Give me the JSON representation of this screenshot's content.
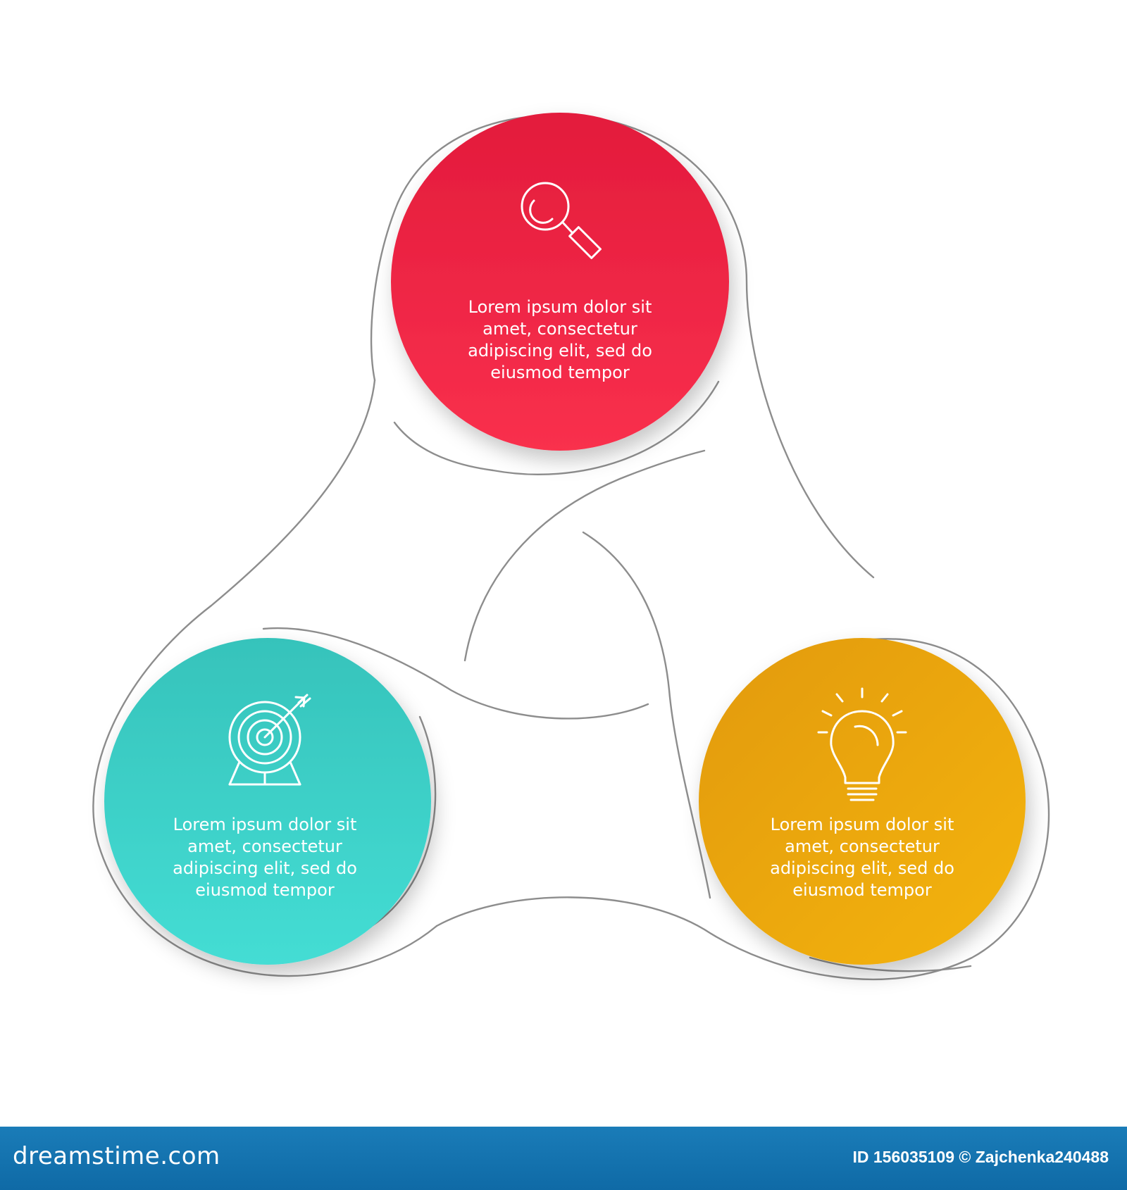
{
  "colors": {
    "red": "#e8213f",
    "teal": "#3fd5cc",
    "yellow": "#eea70a",
    "outline": "#8a8a8a",
    "footer": "#1574b0"
  },
  "nodes": [
    {
      "id": "top",
      "color": "red",
      "icon": "magnifier-icon",
      "lines": [
        "Lorem ipsum dolor sit",
        "amet, consectetur",
        "adipiscing elit, sed do",
        "eiusmod tempor"
      ]
    },
    {
      "id": "left",
      "color": "teal",
      "icon": "target-icon",
      "lines": [
        "Lorem ipsum dolor sit",
        "amet, consectetur",
        "adipiscing elit, sed do",
        "eiusmod tempor"
      ]
    },
    {
      "id": "right",
      "color": "yellow",
      "icon": "lightbulb-icon",
      "lines": [
        "Lorem ipsum dolor sit",
        "amet, consectetur",
        "adipiscing elit, sed do",
        "eiusmod tempor"
      ]
    }
  ],
  "watermark": "dreamstime",
  "footer": {
    "brand": "dreamstime.com",
    "credit": "ID 156035109 © Zajchenka240488"
  }
}
